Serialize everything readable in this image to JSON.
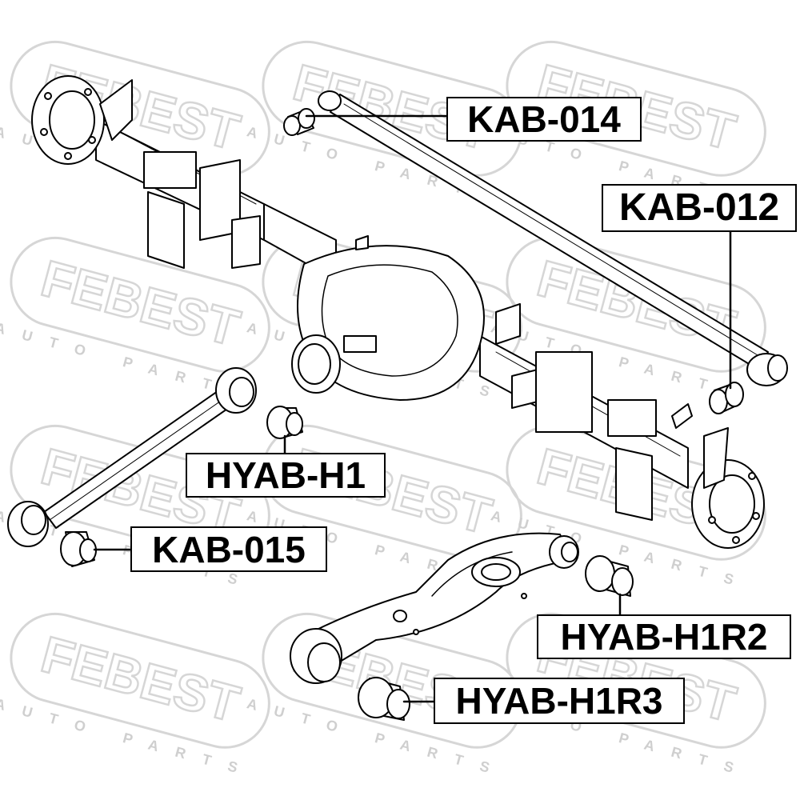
{
  "watermark": {
    "brand": "FEBEST",
    "tagline": "AUTO PARTS"
  },
  "labels": {
    "kab_014": "KAB-014",
    "kab_012": "KAB-012",
    "hyab_h1": "HYAB-H1",
    "kab_015": "KAB-015",
    "hyab_h1r2": "HYAB-H1R2",
    "hyab_h1r3": "HYAB-H1R3"
  },
  "colors": {
    "line": "#000000",
    "watermark": "#d9d9d9",
    "background": "#ffffff"
  }
}
